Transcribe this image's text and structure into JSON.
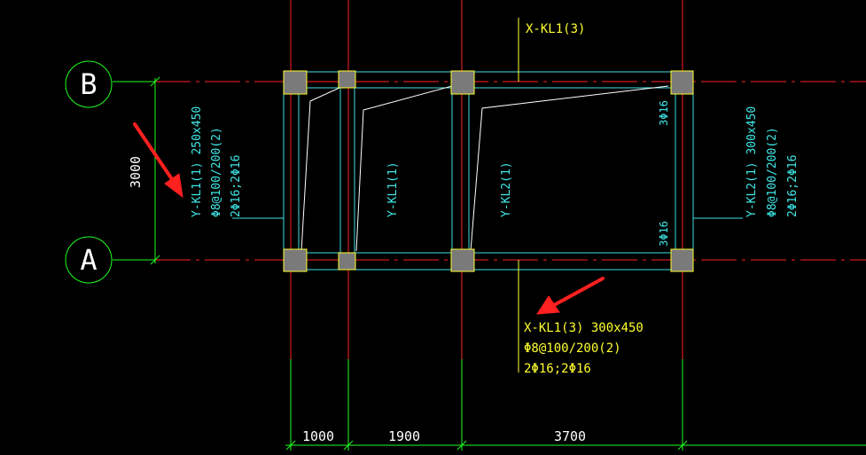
{
  "axes": {
    "row_b": "B",
    "row_a": "A"
  },
  "dims": {
    "vertical": "3000",
    "span_1": "1000",
    "span_2": "1900",
    "span_3": "3700"
  },
  "top_beam_label": "X-KL1(3)",
  "beam_x_kl1": {
    "line1": "X-KL1(3) 300x450",
    "line2": "Φ8@100/200(2)",
    "line3": "2Φ16;2Φ16"
  },
  "beam_y_kl1_left": {
    "line1": "Y-KL1(1) 250x450",
    "line2": "Φ8@100/200(2)",
    "line3": "2Φ16;2Φ16"
  },
  "beam_y_kl1_mid": "Y-KL1(1)",
  "beam_y_kl2_mid": "Y-KL2(1)",
  "beam_y_kl2_right": {
    "line1": "Y-KL2(1) 300x450",
    "line2": "Φ8@100/200(2)",
    "line3": "2Φ16;2Φ16"
  },
  "rebar_top": "3Φ16",
  "rebar_bottom": "3Φ16",
  "colors": {
    "background": "#000000",
    "axis_line": "#ff2020",
    "beam_outline": "#40e0e0",
    "dimension": "#20ff20",
    "label_cyan": "#40e8e8",
    "label_yellow": "#ffff30",
    "column_fill": "#7a7a7a",
    "column_border": "#ffff30",
    "arrow": "#ff2020"
  }
}
